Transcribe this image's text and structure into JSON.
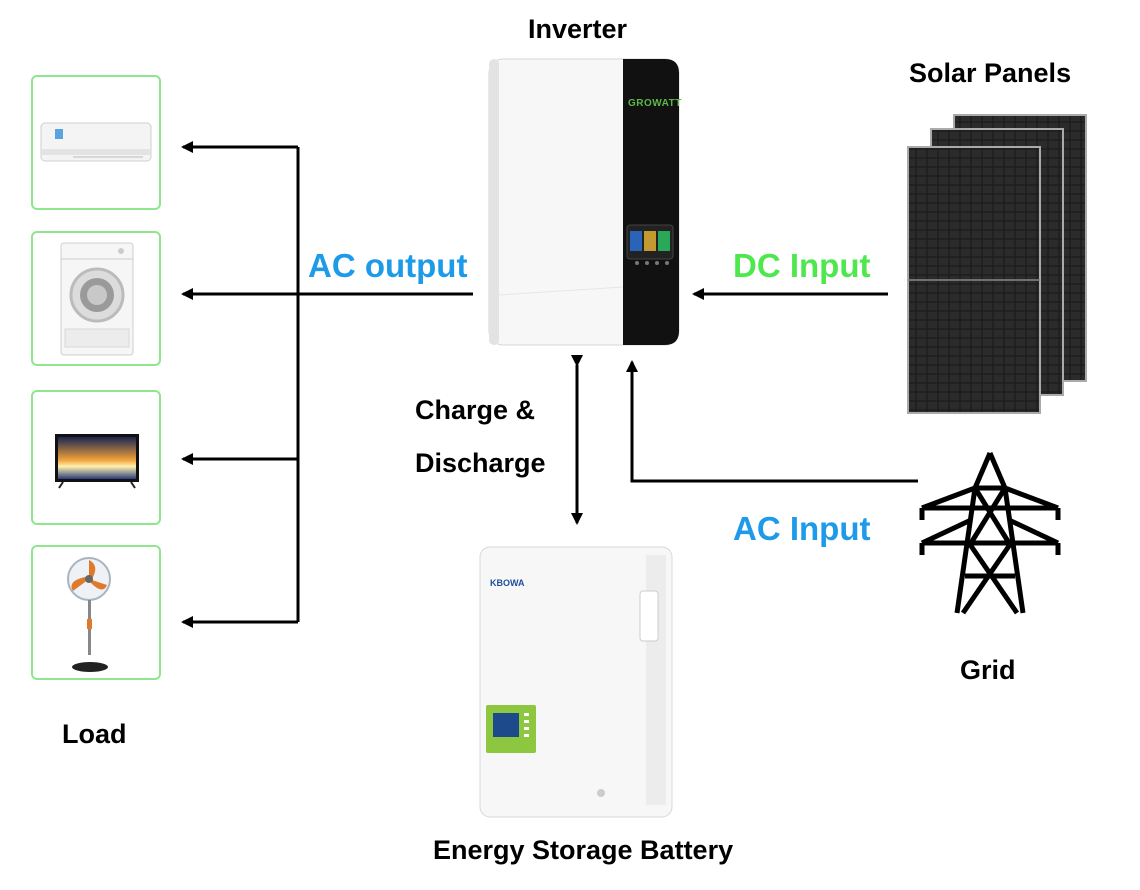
{
  "labels": {
    "inverter": "Inverter",
    "solar_panels": "Solar Panels",
    "ac_output": "AC output",
    "dc_input": "DC Input",
    "ac_input": "AC Input",
    "charge": "Charge &",
    "discharge": "Discharge",
    "grid": "Grid",
    "load": "Load",
    "battery": "Energy Storage Battery"
  },
  "brands": {
    "inverter_logo": "GROWATT",
    "battery_logo": "KBOWA"
  },
  "colors": {
    "ac_blue": "#1e9be8",
    "dc_green": "#4ee84e",
    "load_border": "#8ee68e",
    "battery_screen": "#8dc63f"
  },
  "load_items": [
    "air-conditioner-icon",
    "washing-machine-icon",
    "television-icon",
    "standing-fan-icon"
  ]
}
